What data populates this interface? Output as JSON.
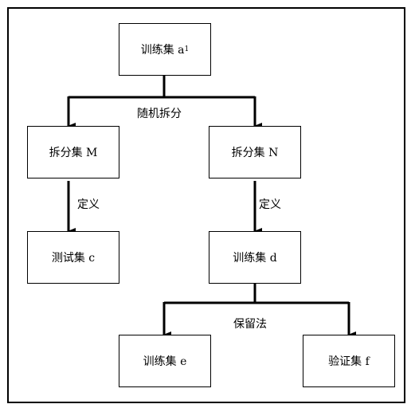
{
  "nodes": {
    "train_a": {
      "label": "训练集 a",
      "subscript": "1"
    },
    "split_m": {
      "label": "拆分集 M"
    },
    "split_n": {
      "label": "拆分集 N"
    },
    "test_c": {
      "label": "测试集 c"
    },
    "train_d": {
      "label": "训练集 d"
    },
    "train_e": {
      "label": "训练集 e"
    },
    "valid_f": {
      "label": "验证集 f"
    }
  },
  "edges": {
    "random_split": "随机拆分",
    "define_left": "定义",
    "define_right": "定义",
    "holdout": "保留法"
  }
}
